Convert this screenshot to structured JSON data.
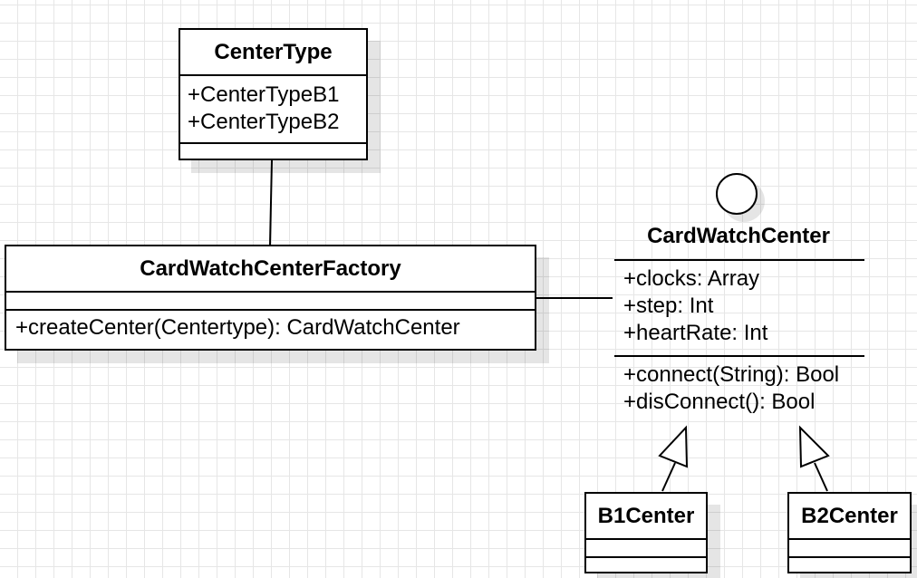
{
  "center_type": {
    "name": "CenterType",
    "attributes": [
      "+CenterTypeB1",
      "+CenterTypeB2"
    ]
  },
  "factory": {
    "name": "CardWatchCenterFactory",
    "methods": [
      "+createCenter(Centertype): CardWatchCenter"
    ]
  },
  "card_watch_center": {
    "name": "CardWatchCenter",
    "attributes": [
      "+clocks: Array",
      "+step: Int",
      "+heartRate: Int"
    ],
    "methods": [
      "+connect(String): Bool",
      "+disConnect(): Bool"
    ]
  },
  "b1_center": {
    "name": "B1Center"
  },
  "b2_center": {
    "name": "B2Center"
  }
}
